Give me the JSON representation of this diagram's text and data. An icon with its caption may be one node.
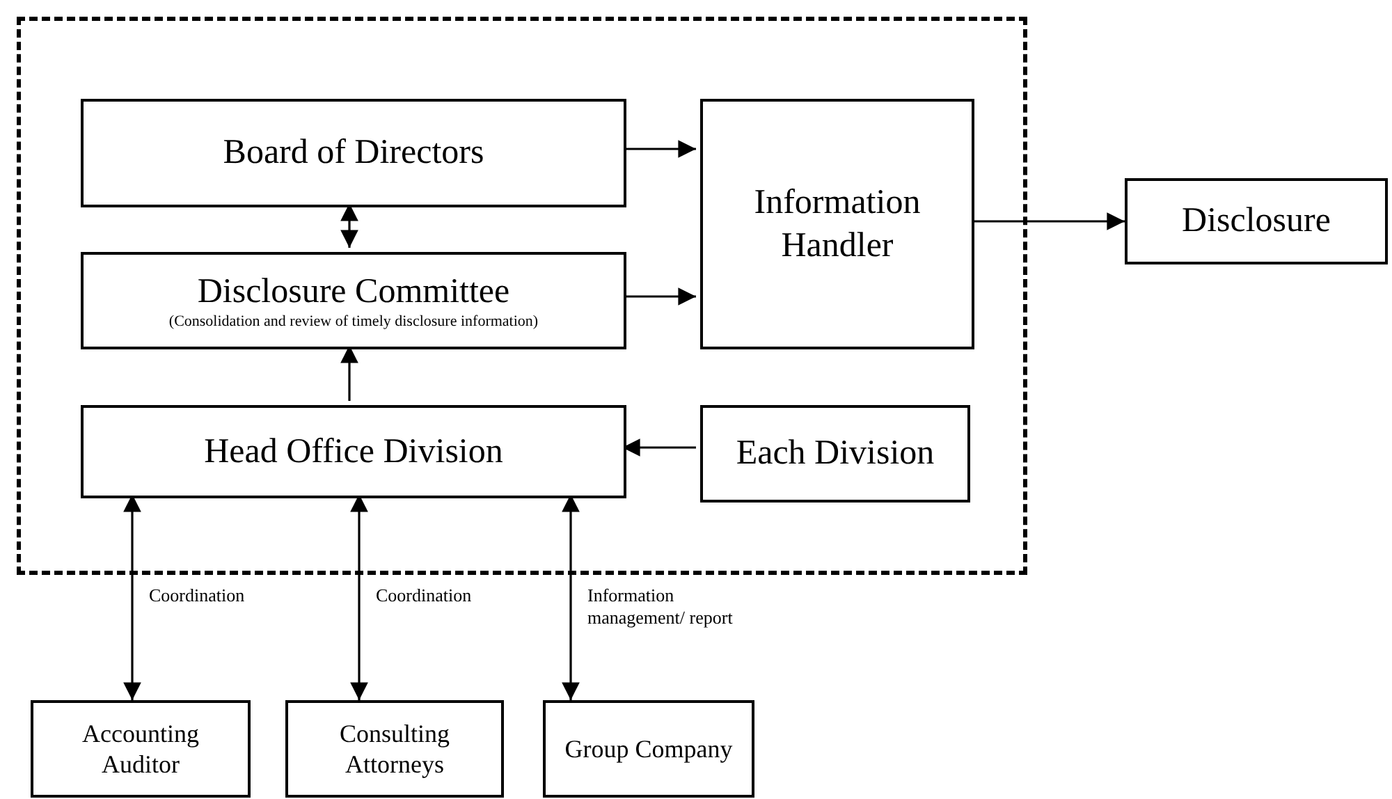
{
  "diagram": {
    "nodes": [
      {
        "text": [],
        "shape": "box"
      },
      {
        "text": [
          "Board of Directors"
        ],
        "in": 0
      },
      {
        "text": [
          "Information Handler"
        ],
        "in": 0
      },
      {
        "text": [
          "Disclosure Committee",
          "(Consolidation and review of timely disclosure information)"
        ],
        "in": 0
      },
      {
        "text": [
          "Head Office Division"
        ],
        "in": 0
      },
      {
        "text": [
          "Each Division"
        ],
        "in": 0
      },
      {
        "text": [
          "Disclosure"
        ]
      },
      {
        "text": [
          "Accounting Auditor"
        ]
      },
      {
        "text": [
          "Consulting Attorneys"
        ]
      },
      {
        "text": [
          "Group Company"
        ]
      }
    ],
    "edges": [
      {
        "from": 1,
        "to": 2,
        "arrow": "to"
      },
      {
        "from": 3,
        "to": 2,
        "arrow": "to"
      },
      {
        "from": 1,
        "to": 3,
        "arrow": "both"
      },
      {
        "from": 4,
        "to": 3,
        "arrow": "to"
      },
      {
        "from": 5,
        "to": 4,
        "arrow": "to"
      },
      {
        "from": 2,
        "to": 6,
        "arrow": "to"
      },
      {
        "from": 7,
        "to": 4,
        "arrow": "both",
        "label": "Coordination"
      },
      {
        "from": 8,
        "to": 4,
        "arrow": "both",
        "label": "Coordination"
      },
      {
        "from": 9,
        "to": 4,
        "arrow": "both",
        "label": "Information management/ report"
      }
    ]
  }
}
